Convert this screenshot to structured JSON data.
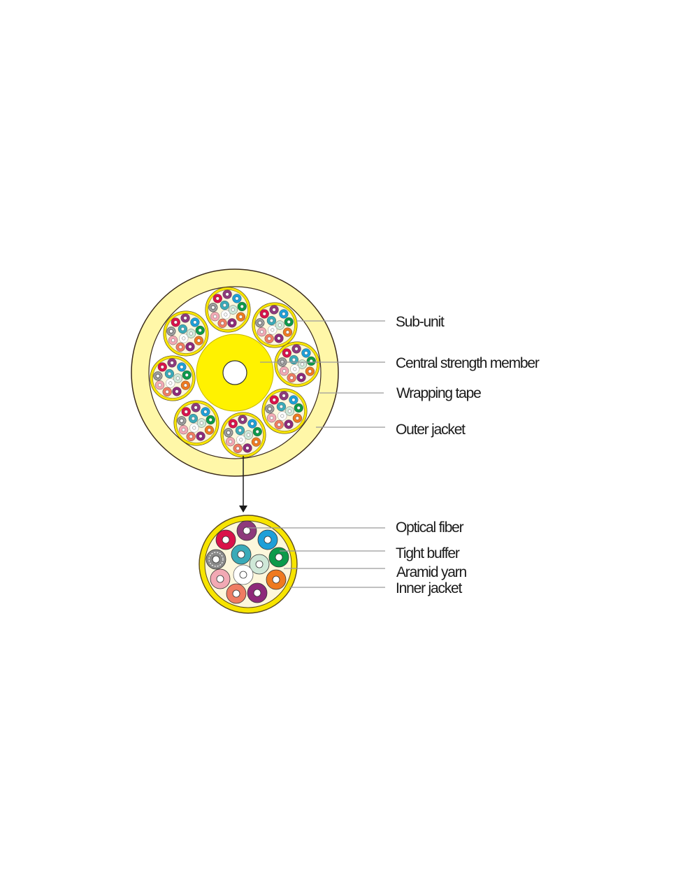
{
  "labels": {
    "sub_unit": "Sub-unit",
    "central_strength_member": "Central strength member",
    "wrapping_tape": "Wrapping tape",
    "outer_jacket": "Outer jacket",
    "optical_fiber": "Optical fiber",
    "tight_buffer": "Tight buffer",
    "aramid_yarn": "Aramid yarn",
    "inner_jacket": "Inner  jacket"
  },
  "colors": {
    "jacket_yellow": "#fff7a8",
    "strength_member": "#fff200",
    "inner_jacket": "#f7e400",
    "aramid": "#fdf7dc",
    "fibers": [
      "#8e3a7c",
      "#d9124a",
      "#1e9fd8",
      "#8a8a8a",
      "#3aaab8",
      "#0c9a4a",
      "#cfe8d8",
      "#ffffff",
      "#f2a9b4",
      "#ef7a20",
      "#ef7c62",
      "#8e2a7a"
    ]
  },
  "sub_unit_count": 8,
  "fibers_per_sub_unit": 12
}
